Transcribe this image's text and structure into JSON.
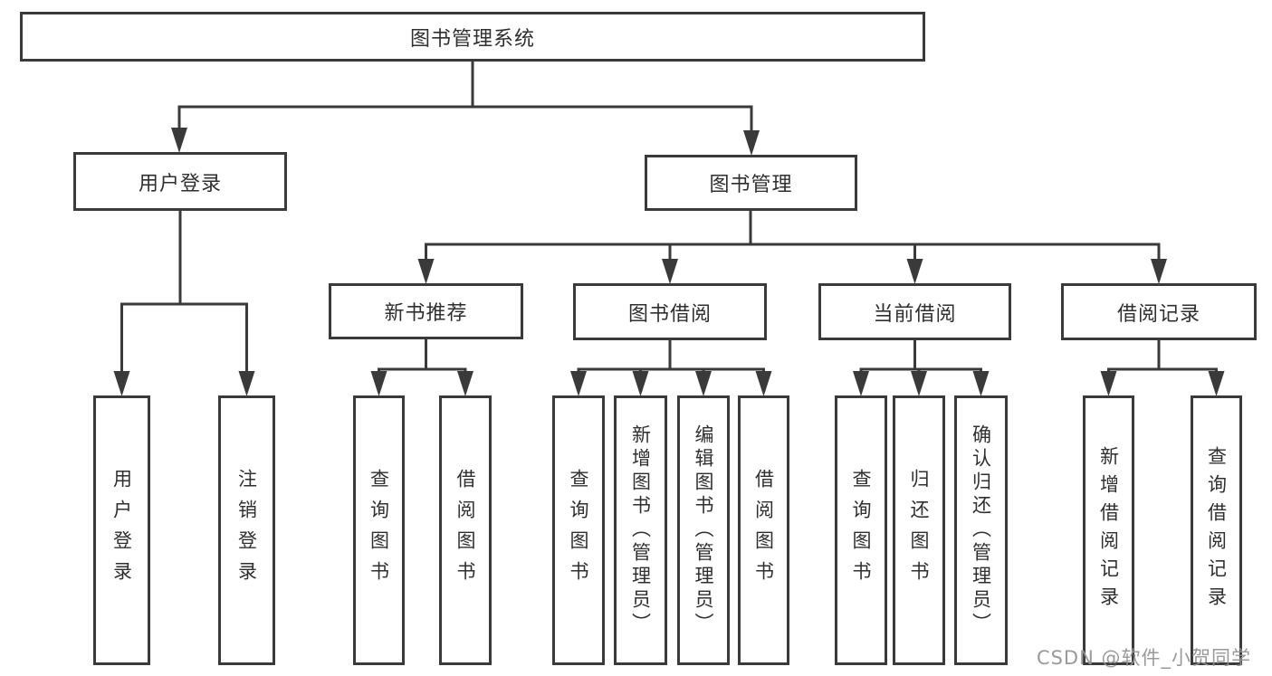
{
  "watermark": "CSDN @软件_小贺同学",
  "colors": {
    "line": "#3a3a3a",
    "box_border": "#3a3a3a",
    "box_background": "#ffffff",
    "text": "#2f2f2f",
    "watermark": "#949494"
  },
  "nodes": [
    {
      "id": "root",
      "label": "图书管理系统",
      "parent": null
    },
    {
      "id": "user-login",
      "label": "用户登录",
      "parent": "root"
    },
    {
      "id": "book-mgmt",
      "label": "图书管理",
      "parent": "root"
    },
    {
      "id": "new-book-recommend",
      "label": "新书推荐",
      "parent": "book-mgmt"
    },
    {
      "id": "book-borrow",
      "label": "图书借阅",
      "parent": "book-mgmt"
    },
    {
      "id": "current-borrow",
      "label": "当前借阅",
      "parent": "book-mgmt"
    },
    {
      "id": "borrow-records",
      "label": "借阅记录",
      "parent": "book-mgmt"
    },
    {
      "id": "login",
      "label": "用户登录",
      "parent": "user-login"
    },
    {
      "id": "logout",
      "label": "注销登录",
      "parent": "user-login"
    },
    {
      "id": "nb-query-books",
      "label": "查询图书",
      "parent": "new-book-recommend"
    },
    {
      "id": "nb-borrow-books",
      "label": "借阅图书",
      "parent": "new-book-recommend"
    },
    {
      "id": "bb-query-books",
      "label": "查询图书",
      "parent": "book-borrow"
    },
    {
      "id": "bb-add-books-admin",
      "label": "新增图书（管理员）",
      "parent": "book-borrow"
    },
    {
      "id": "bb-edit-books-admin",
      "label": "编辑图书（管理员）",
      "parent": "book-borrow"
    },
    {
      "id": "bb-borrow-books",
      "label": "借阅图书",
      "parent": "book-borrow"
    },
    {
      "id": "cb-query-books",
      "label": "查询图书",
      "parent": "current-borrow"
    },
    {
      "id": "cb-return-books",
      "label": "归还图书",
      "parent": "current-borrow"
    },
    {
      "id": "cb-confirm-return-admin",
      "label": "确认归还（管理员）",
      "parent": "current-borrow"
    },
    {
      "id": "br-add-record",
      "label": "新增借阅记录",
      "parent": "borrow-records"
    },
    {
      "id": "br-query-record",
      "label": "查询借阅记录",
      "parent": "borrow-records"
    }
  ]
}
